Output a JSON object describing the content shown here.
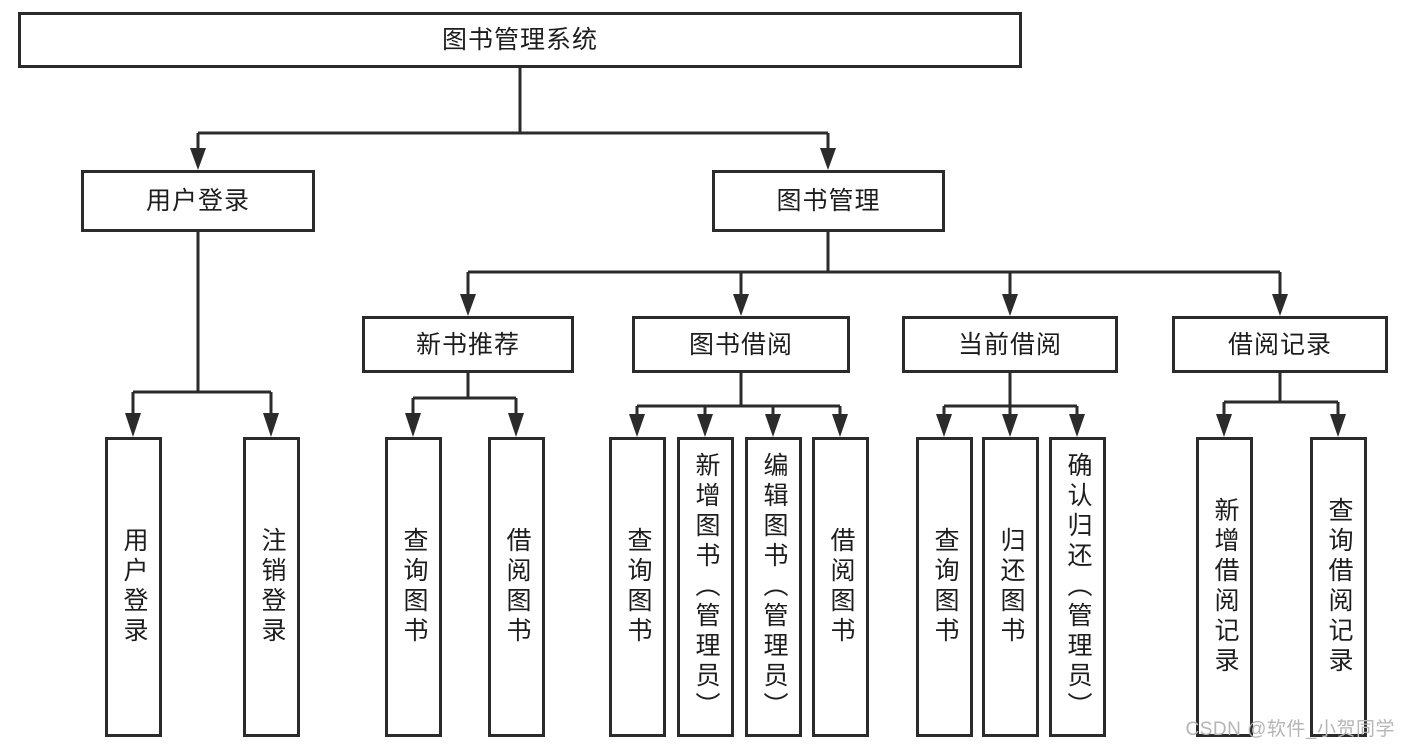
{
  "diagram": {
    "title": "图书管理系统",
    "type": "tree-hierarchy",
    "root": {
      "label": "图书管理系统"
    },
    "level2": [
      {
        "label": "用户登录"
      },
      {
        "label": "图书管理"
      }
    ],
    "level3": [
      {
        "label": "新书推荐"
      },
      {
        "label": "图书借阅"
      },
      {
        "label": "当前借阅"
      },
      {
        "label": "借阅记录"
      }
    ],
    "leaves": {
      "user_login": [
        {
          "label": "用户登录"
        },
        {
          "label": "注销登录"
        }
      ],
      "new_book_recommend": [
        {
          "label": "查询图书"
        },
        {
          "label": "借阅图书"
        }
      ],
      "book_borrow": [
        {
          "label": "查询图书"
        },
        {
          "label": "新增图书（管理员）"
        },
        {
          "label": "编辑图书（管理员）"
        },
        {
          "label": "借阅图书"
        }
      ],
      "current_borrow": [
        {
          "label": "查询图书"
        },
        {
          "label": "归还图书"
        },
        {
          "label": "确认归还（管理员）"
        }
      ],
      "borrow_record": [
        {
          "label": "新增借阅记录"
        },
        {
          "label": "查询借阅记录"
        }
      ]
    },
    "watermark": "CSDN @软件_小贺同学",
    "colors": {
      "stroke": "#2b2b2b",
      "fill": "#ffffff",
      "text": "#1d1d1d",
      "watermark": "#b6b6b6"
    }
  }
}
